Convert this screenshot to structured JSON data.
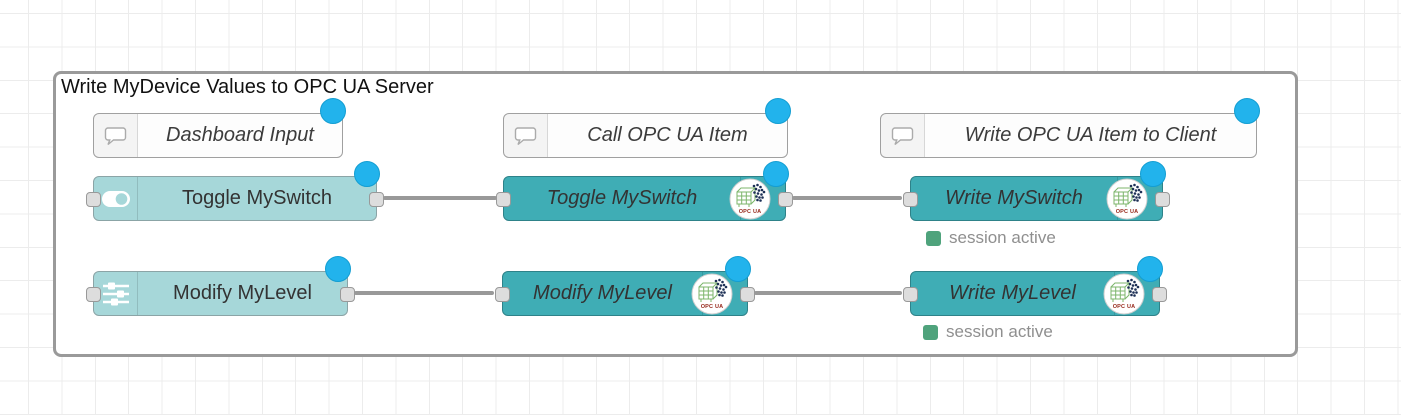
{
  "workspace": {
    "group_title": "Write MyDevice Values to OPC UA Server"
  },
  "comment_nodes": [
    {
      "label": "Dashboard Input"
    },
    {
      "label": "Call OPC UA Item"
    },
    {
      "label": "Write OPC UA Item to Client"
    }
  ],
  "flow_nodes": {
    "dashboard_toggle": {
      "label": "Toggle MySwitch"
    },
    "dashboard_slider": {
      "label": "Modify MyLevel"
    },
    "opcua_call_toggle": {
      "label": "Toggle MySwitch"
    },
    "opcua_call_modify": {
      "label": "Modify MyLevel"
    },
    "opcua_write_switch": {
      "label": "Write MySwitch",
      "status": "session active"
    },
    "opcua_write_level": {
      "label": "Write MyLevel",
      "status": "session active"
    }
  },
  "icons": {
    "opcua_badge_label": "OPC UA"
  },
  "colors": {
    "teal": "#3fadb5",
    "light-teal": "#a6d7d9",
    "change-blue": "#22b3ec",
    "status-green": "#4fa37c",
    "wire-gray": "#999999",
    "grid-line": "#ececec"
  }
}
